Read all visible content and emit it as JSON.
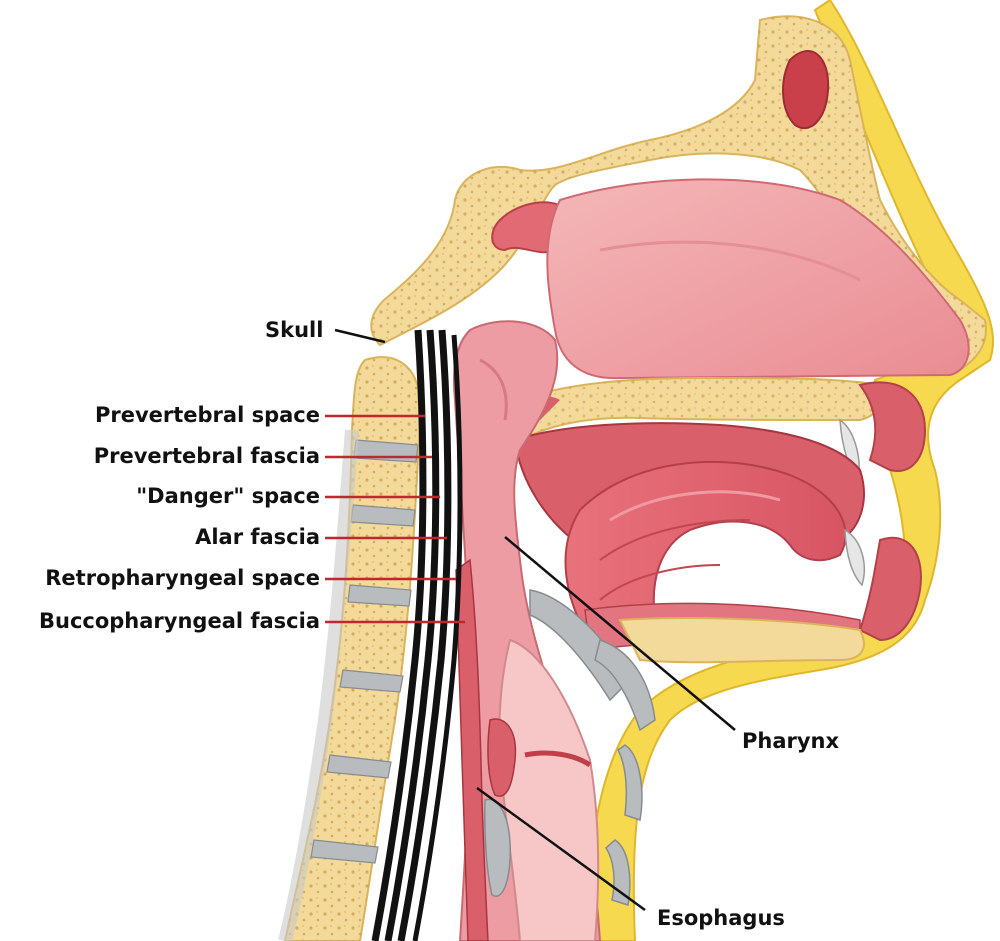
{
  "labels": {
    "skull": "Skull",
    "prevertebral_space": "Prevertebral space",
    "prevertebral_fascia": "Prevertebral fascia",
    "danger_space": "\"Danger\" space",
    "alar_fascia": "Alar fascia",
    "retropharyngeal_space": "Retropharyngeal space",
    "buccopharyngeal_fascia": "Buccopharyngeal fascia",
    "pharynx": "Pharynx",
    "esophagus": "Esophagus"
  },
  "colors": {
    "bone": "#f3d99a",
    "bone_edge": "#d9b45c",
    "soft_tissue": "#e8828a",
    "mucosa": "#f2a9ae",
    "cavity": "#f6c7c6",
    "muscle": "#d9606a",
    "cartilage": "#b8bcbf",
    "skin": "#f6d94e",
    "fascia": "#111111",
    "leader_red": "#c0282e",
    "leader_dark": "#111111"
  }
}
